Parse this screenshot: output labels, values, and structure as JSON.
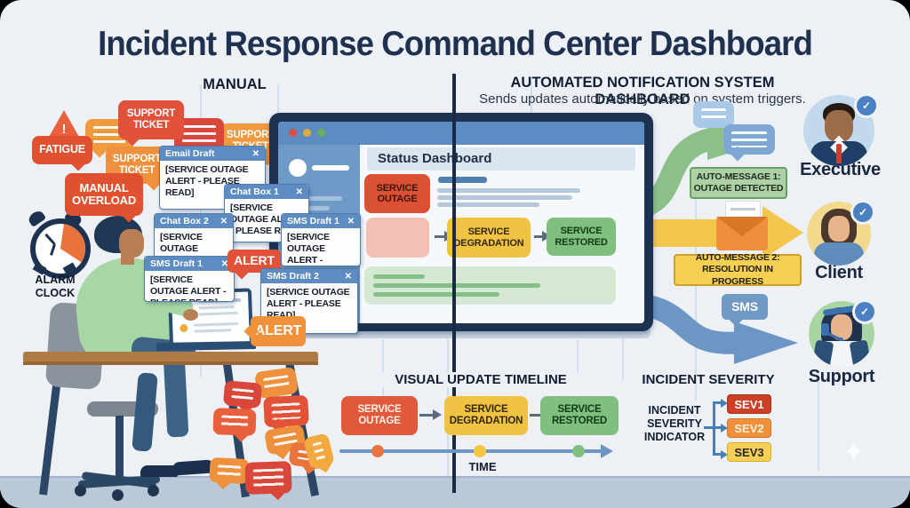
{
  "title": "Incident Response Command Center Dashboard",
  "manual": {
    "heading": "MANUAL",
    "fatigue": "FATIGUE",
    "manual_overload": "MANUAL OVERLOAD",
    "support_ticket": "SUPPORT TICKET",
    "support_ticket_2": "SUPPORT TICKET",
    "support_ticket_3": "SUPPORT TICKET",
    "alert_1": "ALERT",
    "alert_2": "ALERT",
    "alarm_clock": "ALARM CLOCK",
    "warning_mark": "!",
    "windows": [
      {
        "title": "Email Draft",
        "body": "[SERVICE OUTAGE ALERT - PLEASE READ]",
        "close": "✕"
      },
      {
        "title": "Chat Box 1",
        "body": "[SERVICE OUTAGE ALERT - PLEASE READ]",
        "close": "✕"
      },
      {
        "title": "Chat Box 2",
        "body": "[SERVICE OUTAGE ALERT - PLEASE READ]",
        "close": "✕"
      },
      {
        "title": "SMS Draft 1",
        "body": "[SERVICE OUTAGE ALERT - PLEASE READ]",
        "close": "✕"
      },
      {
        "title": "SMS Draft 1",
        "body": "[SERVICE OUTAGE ALERT - PLEASE READ]",
        "close": "✕"
      },
      {
        "title": "SMS Draft 2",
        "body": "[SERVICE OUTAGE ALERT - PLEASE READ]",
        "close": "✕"
      }
    ]
  },
  "automated": {
    "heading": "AUTOMATED NOTIFICATION SYSTEM DASHBOARD",
    "subheading": "Sends updates automatically based on system triggers.",
    "auto_message_1": {
      "line1": "AUTO-MESSAGE 1:",
      "line2": "OUTAGE DETECTED"
    },
    "auto_message_2": {
      "line1": "AUTO-MESSAGE 2:",
      "line2": "RESOLUTION IN PROGRESS"
    },
    "sms": "SMS",
    "recipients": [
      {
        "name": "Executive",
        "badge": "✓"
      },
      {
        "name": "Client",
        "badge": "✓"
      },
      {
        "name": "Support",
        "badge": "✓"
      }
    ]
  },
  "monitor": {
    "header": "Status Dashboard",
    "stage_outage": "SERVICE OUTAGE",
    "stage_degradation": "SERVICE DEGRADATION",
    "stage_restored": "SERVICE RESTORED"
  },
  "timeline": {
    "heading": "VISUAL UPDATE TIMELINE",
    "stages": [
      "SERVICE OUTAGE",
      "SERVICE DEGRADATION",
      "SERVICE RESTORED"
    ],
    "time_label": "TIME"
  },
  "severity": {
    "heading": "INCIDENT SEVERITY",
    "indicator": "INCIDENT SEVERITY INDICATOR",
    "levels": [
      {
        "label": "SEV1",
        "color": "#ce3f27"
      },
      {
        "label": "SEV2",
        "color": "#ef913c"
      },
      {
        "label": "SEV3",
        "color": "#f6cf55"
      }
    ]
  },
  "colors": {
    "background": "#edf1f6",
    "navy": "#1d3150",
    "red": "#e1523a",
    "orange": "#f0993f",
    "yellow": "#f2c63f",
    "green": "#7fc07e",
    "blue": "#6d96c5"
  }
}
